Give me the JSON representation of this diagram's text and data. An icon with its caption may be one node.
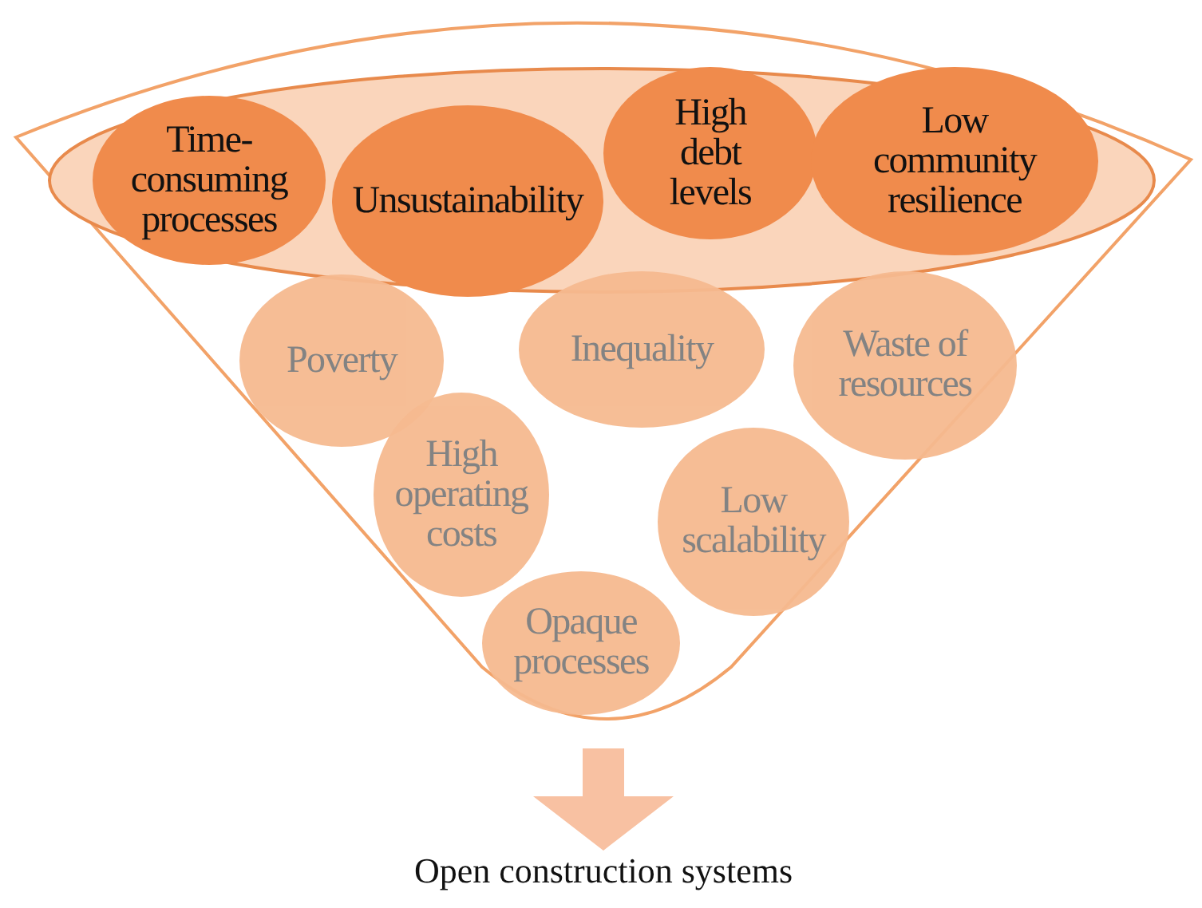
{
  "diagram": {
    "nodes": [
      {
        "text": [],
        "shape": "funnel"
      },
      {
        "text": [],
        "shape": "ellipse",
        "in": 0
      },
      {
        "text": [
          "Time-consuming processes"
        ],
        "in": 1
      },
      {
        "text": [
          "Unsustainability"
        ],
        "in": 1
      },
      {
        "text": [
          "High debt levels"
        ],
        "in": 1
      },
      {
        "text": [
          "Low community resilience"
        ],
        "in": 1
      },
      {
        "text": [
          "Poverty"
        ],
        "in": 0
      },
      {
        "text": [
          "Inequality"
        ],
        "in": 0
      },
      {
        "text": [
          "Waste of resources"
        ],
        "in": 0
      },
      {
        "text": [
          "High operating costs"
        ],
        "in": 0
      },
      {
        "text": [
          "Low scalability"
        ],
        "in": 0
      },
      {
        "text": [
          "Opaque processes"
        ],
        "in": 0
      },
      {
        "text": [
          "Open construction systems"
        ]
      }
    ],
    "edges": [
      {
        "from": 0,
        "to": 12,
        "arrow": "to",
        "style": "thick",
        "color": "#f8c1a2"
      }
    ]
  }
}
